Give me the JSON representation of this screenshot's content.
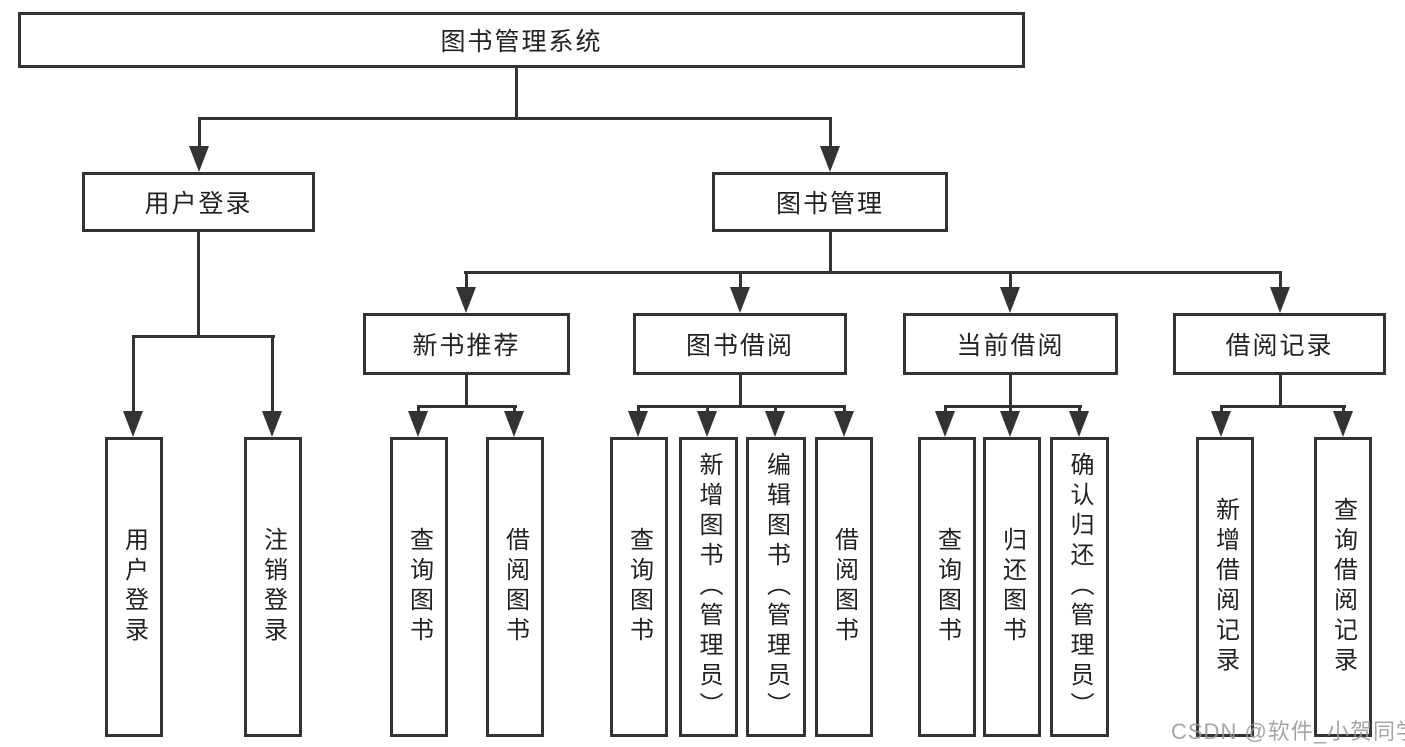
{
  "colors": {
    "line": "#333333",
    "node_border": "#333333",
    "node_fill": "#ffffff",
    "text": "#222222",
    "background": "#ffffff",
    "watermark": "#969696"
  },
  "nodes": {
    "root": {
      "label": "图书管理系统"
    },
    "branches": [
      {
        "label": "用户登录"
      },
      {
        "label": "图书管理"
      }
    ],
    "modules": [
      {
        "label": "新书推荐",
        "parent": "图书管理"
      },
      {
        "label": "图书借阅",
        "parent": "图书管理"
      },
      {
        "label": "当前借阅",
        "parent": "图书管理"
      },
      {
        "label": "借阅记录",
        "parent": "图书管理"
      }
    ],
    "leaves": [
      {
        "label": "用户登录",
        "parent": "用户登录"
      },
      {
        "label": "注销登录",
        "parent": "用户登录"
      },
      {
        "label": "查询图书",
        "parent": "新书推荐"
      },
      {
        "label": "借阅图书",
        "parent": "新书推荐"
      },
      {
        "label": "查询图书",
        "parent": "图书借阅"
      },
      {
        "label": "新增图书（管理员）",
        "parent": "图书借阅"
      },
      {
        "label": "编辑图书（管理员）",
        "parent": "图书借阅"
      },
      {
        "label": "借阅图书",
        "parent": "图书借阅"
      },
      {
        "label": "查询图书",
        "parent": "当前借阅"
      },
      {
        "label": "归还图书",
        "parent": "当前借阅"
      },
      {
        "label": "确认归还（管理员）",
        "parent": "当前借阅"
      },
      {
        "label": "新增借阅记录",
        "parent": "借阅记录"
      },
      {
        "label": "查询借阅记录",
        "parent": "借阅记录"
      }
    ]
  },
  "watermark": {
    "text": "CSDN @软件_小贺同学"
  }
}
